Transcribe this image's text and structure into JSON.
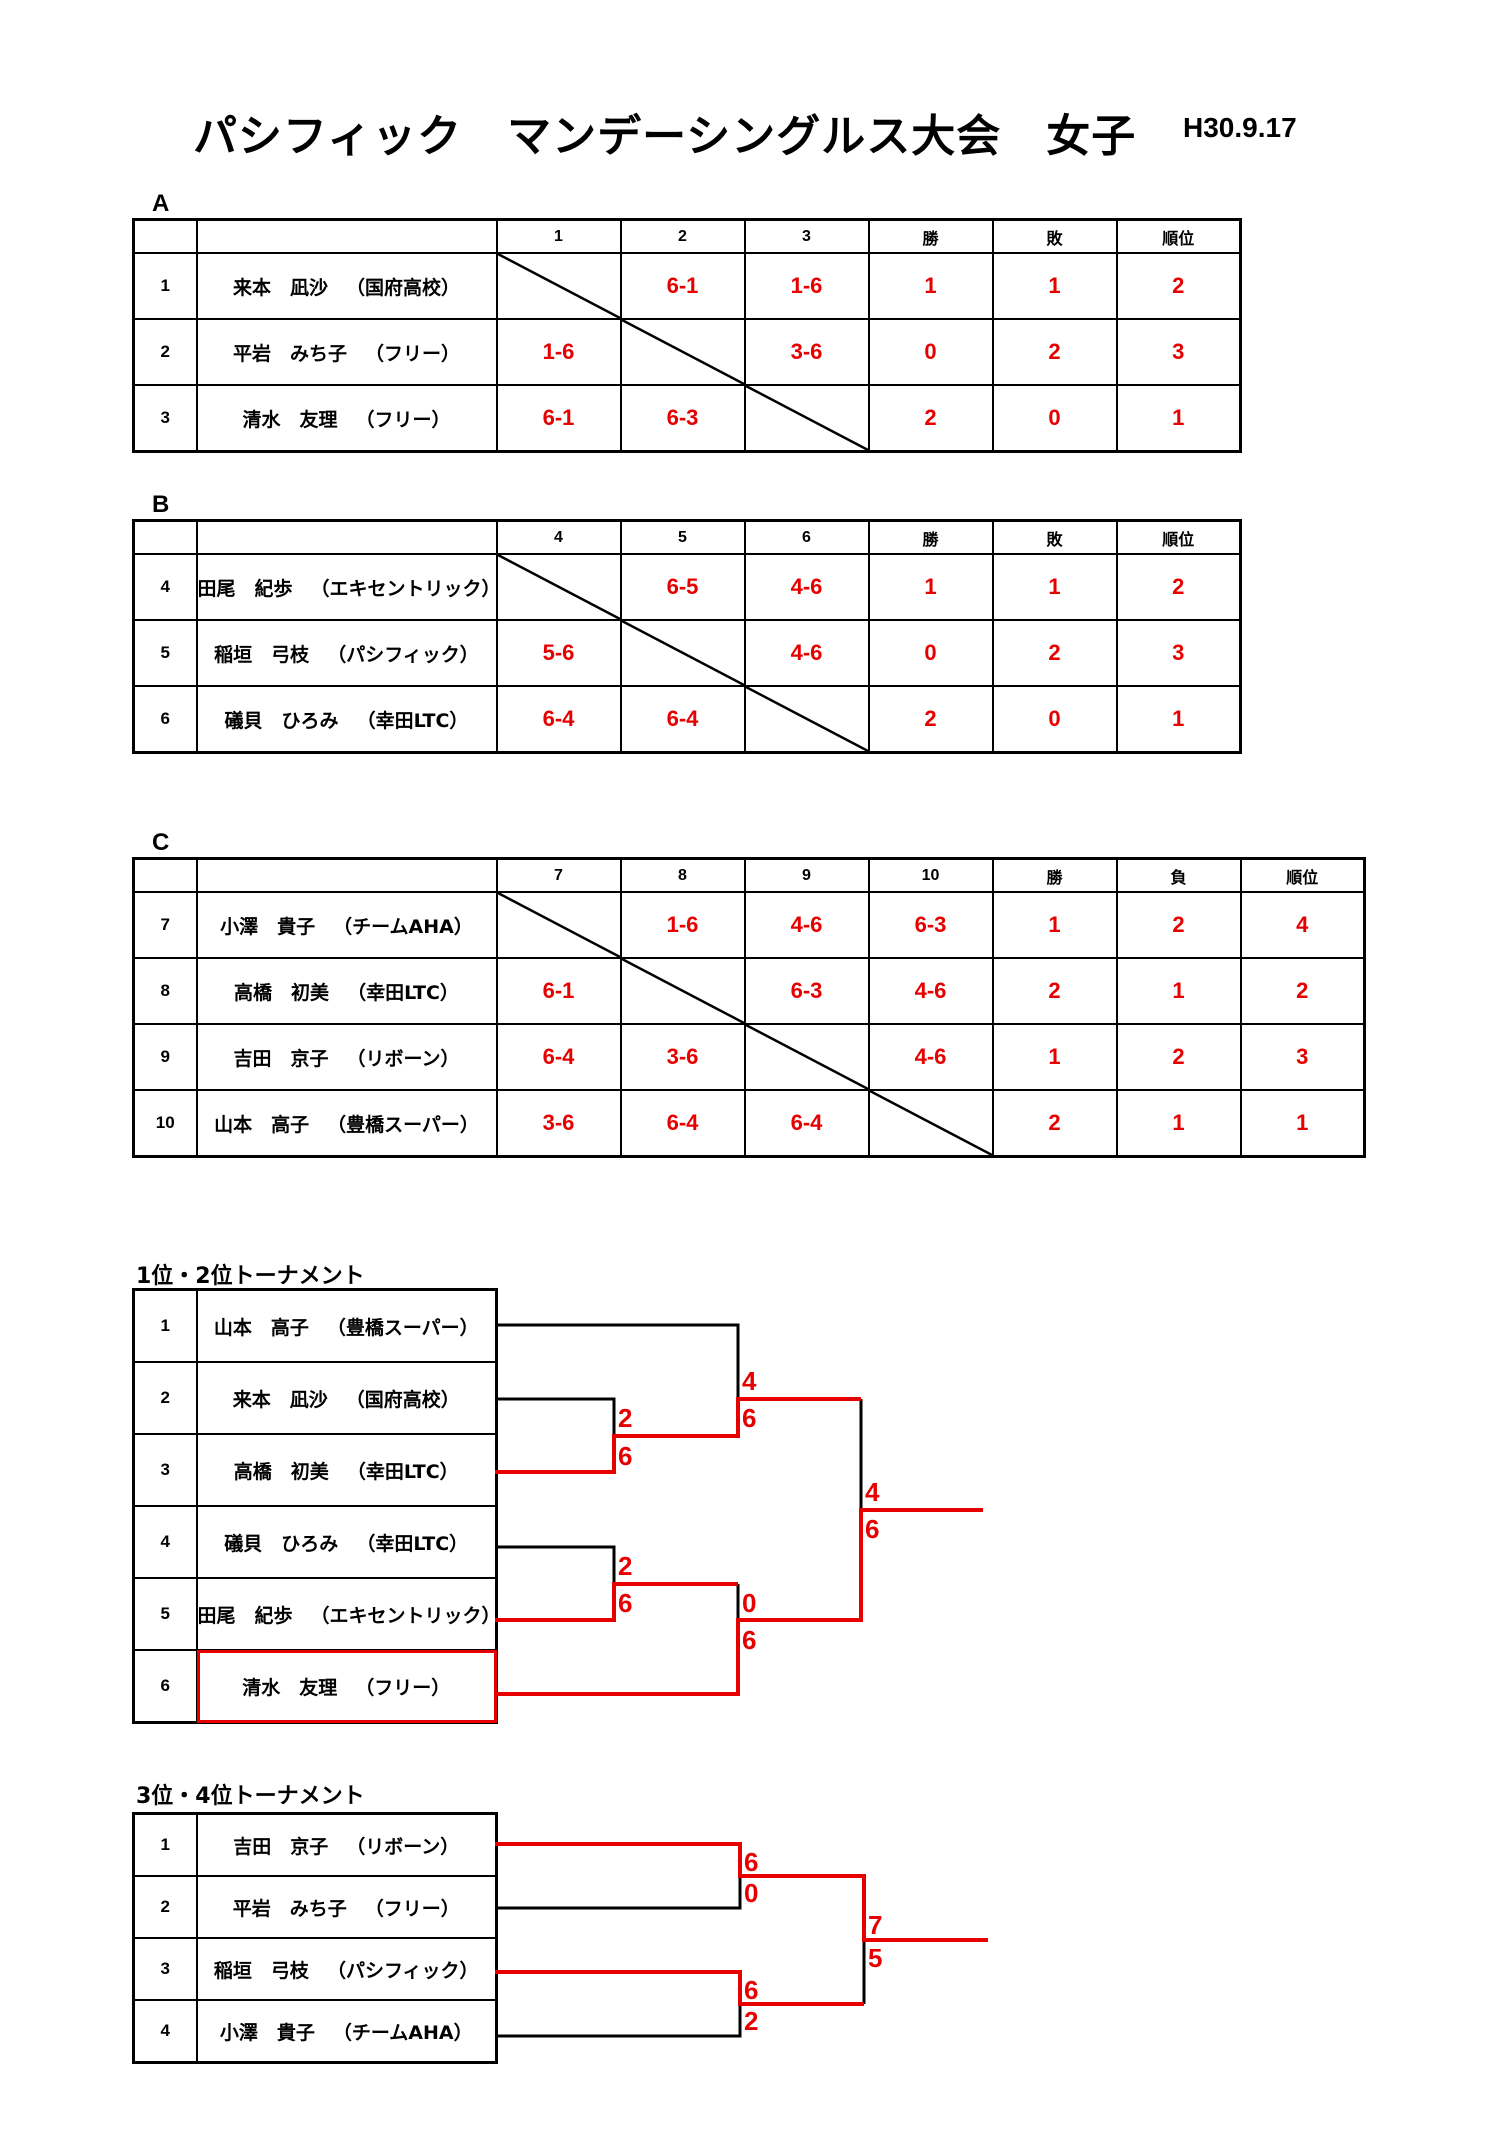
{
  "header": {
    "title": "パシフィック　マンデーシングルス大会　女子",
    "date": "H30.9.17"
  },
  "colors": {
    "score": "#e60000",
    "line": "#000000"
  },
  "groups": [
    {
      "label": "A",
      "cols": [
        "1",
        "2",
        "3"
      ],
      "win_h": "勝",
      "loss_h": "敗",
      "rank_h": "順位",
      "rows": [
        {
          "no": "1",
          "name": "来本　凪沙",
          "club": "（国府高校）",
          "scores": [
            null,
            "6-1",
            "1-6"
          ],
          "win": "1",
          "loss": "1",
          "rank": "2"
        },
        {
          "no": "2",
          "name": "平岩　みち子",
          "club": "（フリー）",
          "scores": [
            "1-6",
            null,
            "3-6"
          ],
          "win": "0",
          "loss": "2",
          "rank": "3"
        },
        {
          "no": "3",
          "name": "清水　友理",
          "club": "（フリー）",
          "scores": [
            "6-1",
            "6-3",
            null
          ],
          "win": "2",
          "loss": "0",
          "rank": "1"
        }
      ]
    },
    {
      "label": "B",
      "cols": [
        "4",
        "5",
        "6"
      ],
      "win_h": "勝",
      "loss_h": "敗",
      "rank_h": "順位",
      "rows": [
        {
          "no": "4",
          "name": "田尾　紀歩",
          "club": "（エキセントリック）",
          "scores": [
            null,
            "6-5",
            "4-6"
          ],
          "win": "1",
          "loss": "1",
          "rank": "2"
        },
        {
          "no": "5",
          "name": "稲垣　弓枝",
          "club": "（パシフィック）",
          "scores": [
            "5-6",
            null,
            "4-6"
          ],
          "win": "0",
          "loss": "2",
          "rank": "3"
        },
        {
          "no": "6",
          "name": "礒貝　ひろみ",
          "club": "（幸田LTC）",
          "scores": [
            "6-4",
            "6-4",
            null
          ],
          "win": "2",
          "loss": "0",
          "rank": "1"
        }
      ]
    },
    {
      "label": "C",
      "cols": [
        "7",
        "8",
        "9",
        "10"
      ],
      "win_h": "勝",
      "loss_h": "負",
      "rank_h": "順位",
      "rows": [
        {
          "no": "7",
          "name": "小澤　貴子",
          "club": "（チームAHA）",
          "scores": [
            null,
            "1-6",
            "4-6",
            "6-3"
          ],
          "win": "1",
          "loss": "2",
          "rank": "4"
        },
        {
          "no": "8",
          "name": "高橋　初美",
          "club": "（幸田LTC）",
          "scores": [
            "6-1",
            null,
            "6-3",
            "4-6"
          ],
          "win": "2",
          "loss": "1",
          "rank": "2"
        },
        {
          "no": "9",
          "name": "吉田　京子",
          "club": "（リボーン）",
          "scores": [
            "6-4",
            "3-6",
            null,
            "4-6"
          ],
          "win": "1",
          "loss": "2",
          "rank": "3"
        },
        {
          "no": "10",
          "name": "山本　高子",
          "club": "（豊橋スーパー）",
          "scores": [
            "3-6",
            "6-4",
            "6-4",
            null
          ],
          "win": "2",
          "loss": "1",
          "rank": "1"
        }
      ]
    }
  ],
  "tournaments": [
    {
      "label": "1位・2位トーナメント",
      "entries": [
        {
          "no": "1",
          "name": "山本　高子",
          "club": "（豊橋スーパー）"
        },
        {
          "no": "2",
          "name": "来本　凪沙",
          "club": "（国府高校）"
        },
        {
          "no": "3",
          "name": "高橋　初美",
          "club": "（幸田LTC）"
        },
        {
          "no": "4",
          "name": "礒貝　ひろみ",
          "club": "（幸田LTC）"
        },
        {
          "no": "5",
          "name": "田尾　紀歩",
          "club": "（エキセントリック）"
        },
        {
          "no": "6",
          "name": "清水　友理",
          "club": "（フリー）",
          "champion": true
        }
      ],
      "scores": {
        "r1a_top": "2",
        "r1a_bot": "6",
        "r1b_top": "2",
        "r1b_bot": "6",
        "sf1_top": "4",
        "sf1_bot": "6",
        "sf2_top": "0",
        "sf2_bot": "6",
        "final_top": "4",
        "final_bot": "6"
      }
    },
    {
      "label": "3位・4位トーナメント",
      "entries": [
        {
          "no": "1",
          "name": "吉田　京子",
          "club": "（リボーン）"
        },
        {
          "no": "2",
          "name": "平岩　みち子",
          "club": "（フリー）"
        },
        {
          "no": "3",
          "name": "稲垣　弓枝",
          "club": "（パシフィック）"
        },
        {
          "no": "4",
          "name": "小澤　貴子",
          "club": "（チームAHA）"
        }
      ],
      "scores": {
        "sf1_top": "6",
        "sf1_bot": "0",
        "sf2_top": "6",
        "sf2_bot": "2",
        "final_top": "7",
        "final_bot": "5"
      }
    }
  ]
}
